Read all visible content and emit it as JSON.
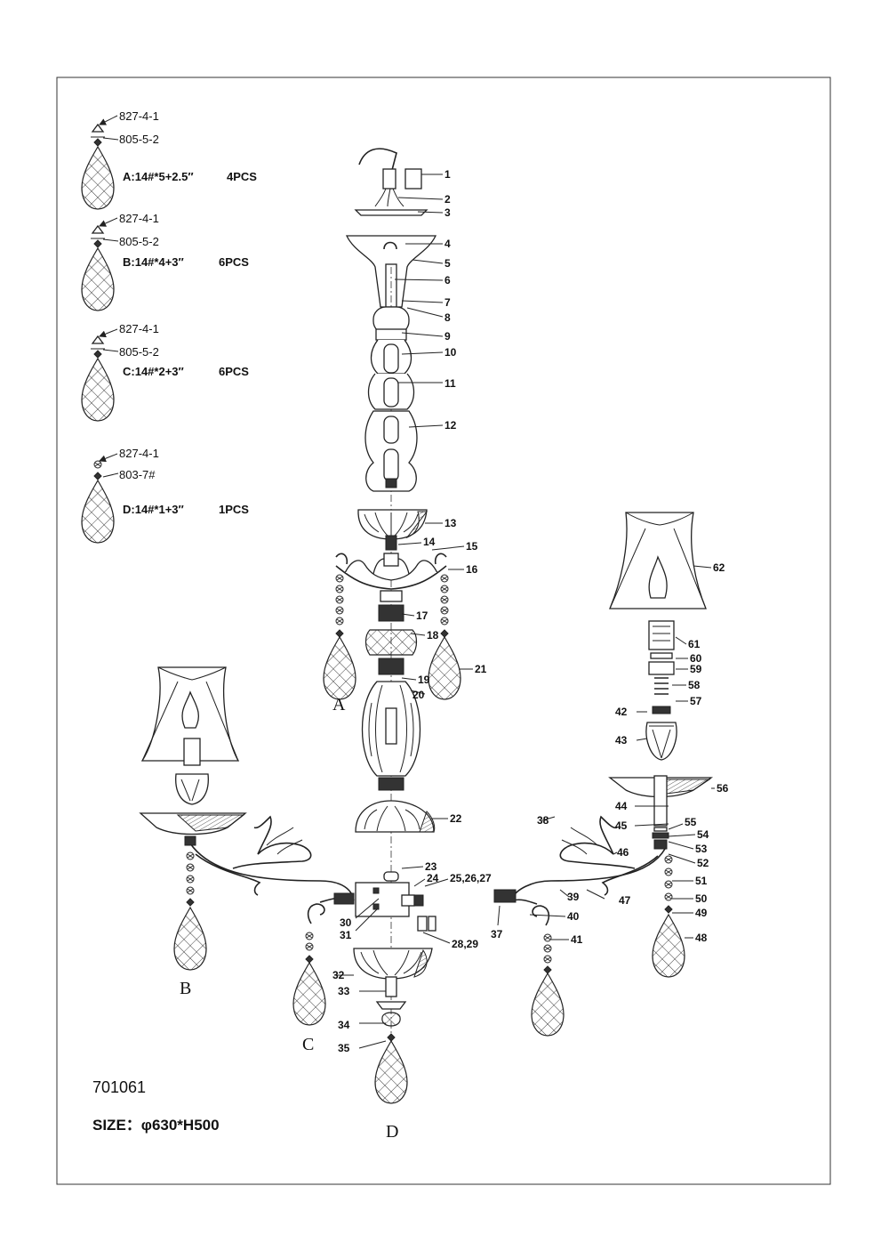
{
  "legend": [
    {
      "top": "827-4-1",
      "mid": "805-5-2",
      "spec": "A:14#*5+2.5″",
      "qty": "4PCS"
    },
    {
      "top": "827-4-1",
      "mid": "805-5-2",
      "spec": "B:14#*4+3″",
      "qty": "6PCS"
    },
    {
      "top": "827-4-1",
      "mid": "805-5-2",
      "spec": "C:14#*2+3″",
      "qty": "6PCS"
    },
    {
      "top": "827-4-1",
      "mid": "803-7#",
      "spec": "D:14#*1+3″",
      "qty": "1PCS"
    }
  ],
  "callouts": {
    "n1": "1",
    "n2": "2",
    "n3": "3",
    "n4": "4",
    "n5": "5",
    "n6": "6",
    "n7": "7",
    "n8": "8",
    "n9": "9",
    "n10": "10",
    "n11": "11",
    "n12": "12",
    "n13": "13",
    "n14": "14",
    "n15": "15",
    "n16": "16",
    "n17": "17",
    "n18": "18",
    "n19": "19",
    "n20": "20",
    "n21": "21",
    "n22": "22",
    "n23": "23",
    "n24": "24",
    "n25": "25,26,27",
    "n28": "28,29",
    "n30": "30",
    "n31": "31",
    "n32": "32",
    "n33": "33",
    "n34": "34",
    "n35": "35",
    "n37": "37",
    "n38": "38",
    "n39": "39",
    "n40": "40",
    "n41": "41",
    "n42": "42",
    "n43": "43",
    "n44": "44",
    "n45": "45",
    "n46": "46",
    "n47": "47",
    "n48": "48",
    "n49": "49",
    "n50": "50",
    "n51": "51",
    "n52": "52",
    "n53": "53",
    "n54": "54",
    "n55": "55",
    "n56": "56",
    "n57": "57",
    "n58": "58",
    "n59": "59",
    "n60": "60",
    "n61": "61",
    "n62": "62"
  },
  "drop_letters": {
    "a": "A",
    "b": "B",
    "c": "C",
    "d": "D"
  },
  "model_number": "701061",
  "size_text": "SIZE：φ630*H500"
}
